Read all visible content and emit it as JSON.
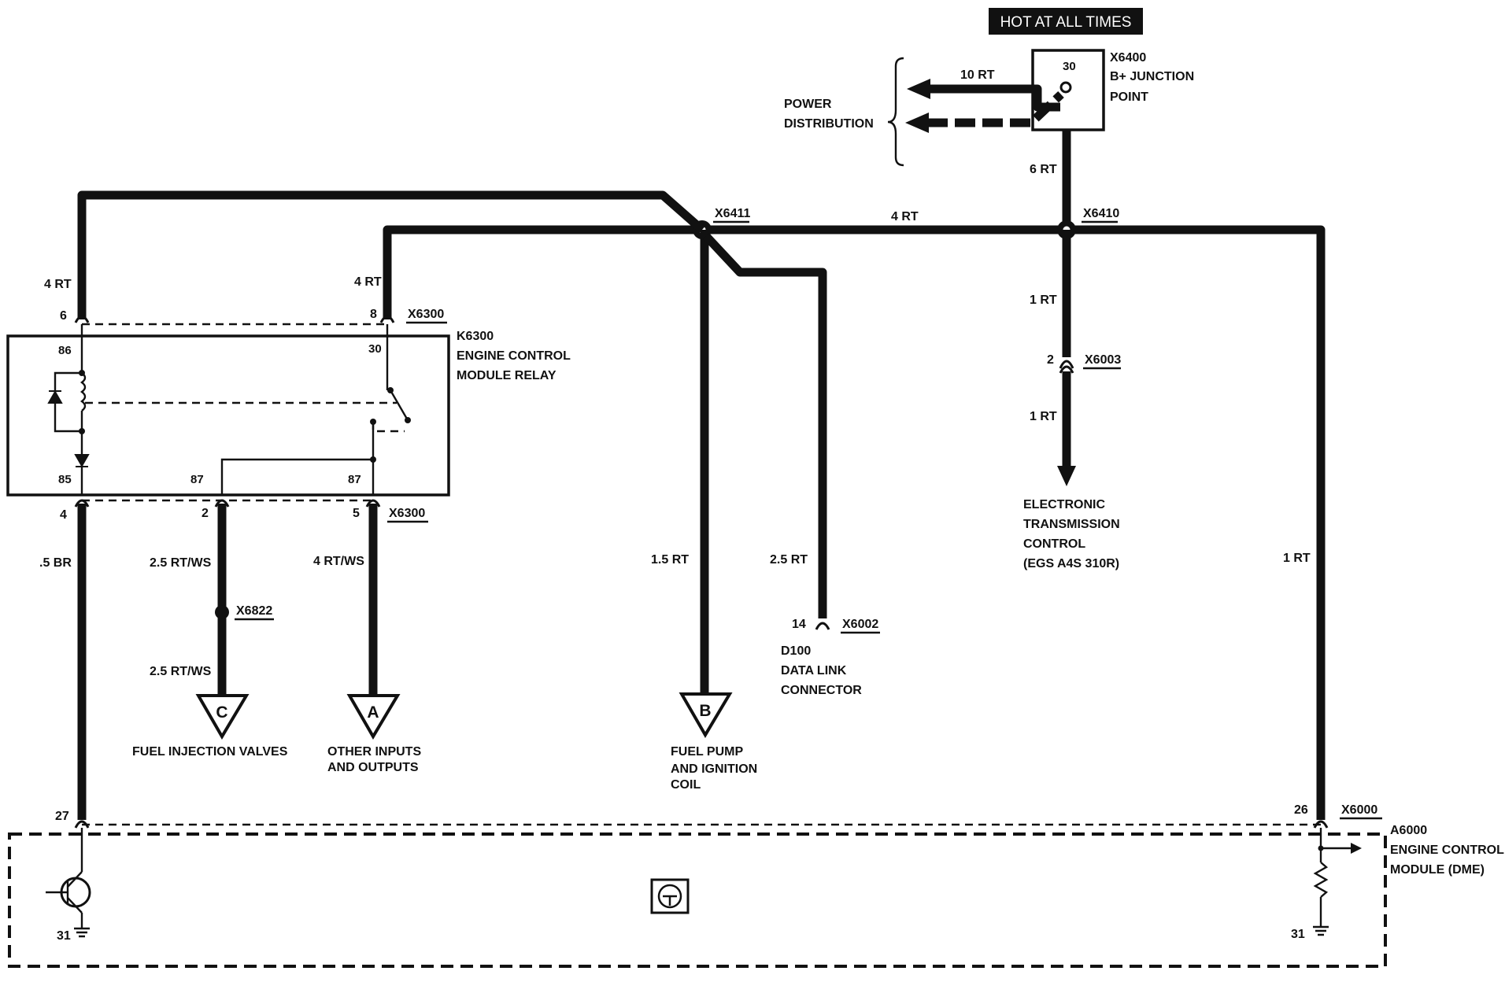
{
  "hot_label": "HOT AT ALL TIMES",
  "power": {
    "distribution": [
      "POWER",
      "DISTRIBUTION"
    ],
    "wire_10rt": "10 RT",
    "pin_30": "30",
    "x6400": "X6400",
    "x6400_desc": [
      "B+ JUNCTION",
      "POINT"
    ],
    "wire_6rt": "6 RT"
  },
  "splices": {
    "x6411": "X6411",
    "x6410": "X6410",
    "wire_top": "4 RT"
  },
  "relay": {
    "id": "K6300",
    "desc": [
      "ENGINE CONTROL",
      "MODULE RELAY"
    ],
    "connector_top": "X6300",
    "connector_bottom": "X6300",
    "pin_6": "6",
    "pin_8": "8",
    "pin_86": "86",
    "pin_30": "30",
    "pin_85": "85",
    "pin_87a": "87",
    "pin_87b": "87",
    "pin_4": "4",
    "pin_2": "2",
    "pin_5": "5",
    "wire_left_top": "4 RT",
    "wire_mid_top": "4 RT"
  },
  "wires": {
    "br": ".5 BR",
    "rtws1": "2.5 RT/WS",
    "rtws2": "2.5 RT/WS",
    "rtws4": "4 RT/WS",
    "rt15": "1.5 RT",
    "rt25": "2.5 RT",
    "rt1_right": "1 RT",
    "rt1_a": "1 RT",
    "rt1_b": "1 RT"
  },
  "x6822": "X6822",
  "egs": {
    "pin": "2",
    "connector": "X6003",
    "desc": [
      "ELECTRONIC",
      "TRANSMISSION",
      "CONTROL",
      "(EGS A4S 310R)"
    ]
  },
  "dlc": {
    "pin": "14",
    "connector": "X6002",
    "desc": [
      "D100",
      "DATA LINK",
      "CONNECTOR"
    ]
  },
  "refs": {
    "c_letter": "C",
    "c_label": [
      "FUEL INJECTION VALVES"
    ],
    "a_letter": "A",
    "a_label": [
      "OTHER INPUTS",
      "AND OUTPUTS"
    ],
    "b_letter": "B",
    "b_label": [
      "FUEL PUMP",
      "AND IGNITION",
      "COIL"
    ]
  },
  "ecm": {
    "pin_27": "27",
    "pin_26": "26",
    "connector": "X6000",
    "ground_left": "31",
    "ground_right": "31",
    "id": "A6000",
    "desc": [
      "ENGINE CONTROL",
      "MODULE (DME)"
    ]
  }
}
